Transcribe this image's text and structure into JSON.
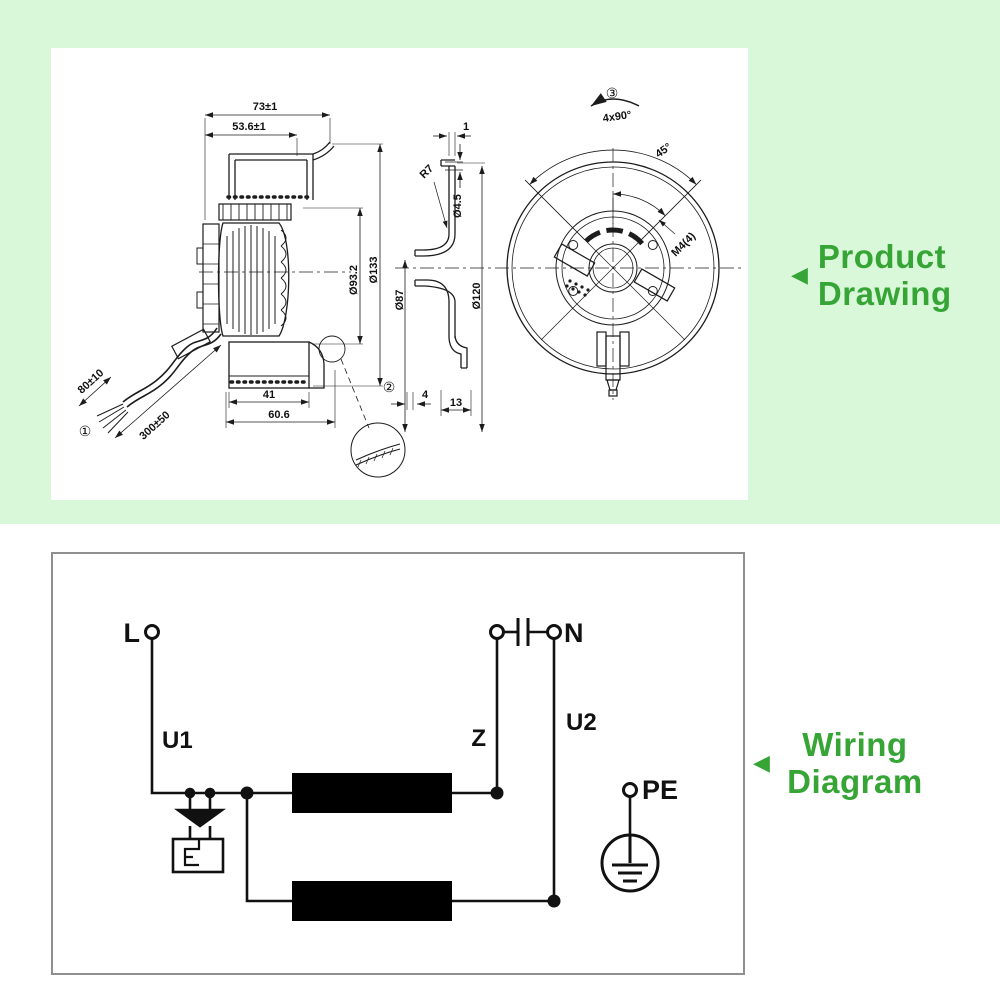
{
  "captions": {
    "product": {
      "line1": "Product",
      "line2": "Drawing",
      "arrow": "◀"
    },
    "wiring": {
      "line1": "Wiring",
      "line2": "Diagram",
      "arrow": "◀"
    }
  },
  "colors": {
    "accent_green": "#36a536",
    "mint_background": "#d9f8d9",
    "panel_border_gray": "#8f8f8f",
    "drawing_line": "#1c1c1c"
  },
  "product_drawing": {
    "dims": {
      "total_width": "73±1",
      "inner_width": "53.6±1",
      "impeller_dia": "Ø93.2",
      "housing_dia": "Ø133",
      "depth_inner": "41",
      "depth_total": "60.6",
      "cable_strip": "80±10",
      "cable_length": "300±50",
      "lip_thickness": "1",
      "corner_radius": "R7",
      "hole_dia": "Ø4.5",
      "inlet_dia": "Ø87",
      "flange_dia": "Ø120",
      "foot_a": "4",
      "foot_b": "13",
      "hole_pattern": "4x90°",
      "angle": "45°",
      "screw_spec": "M4(4)"
    },
    "callouts": {
      "n1": "①",
      "n2": "②",
      "n3": "③"
    }
  },
  "wiring_diagram": {
    "terminals": {
      "line": "L",
      "neutral": "N",
      "u1": "U1",
      "u2": "U2",
      "z": "Z",
      "pe": "PE"
    }
  }
}
